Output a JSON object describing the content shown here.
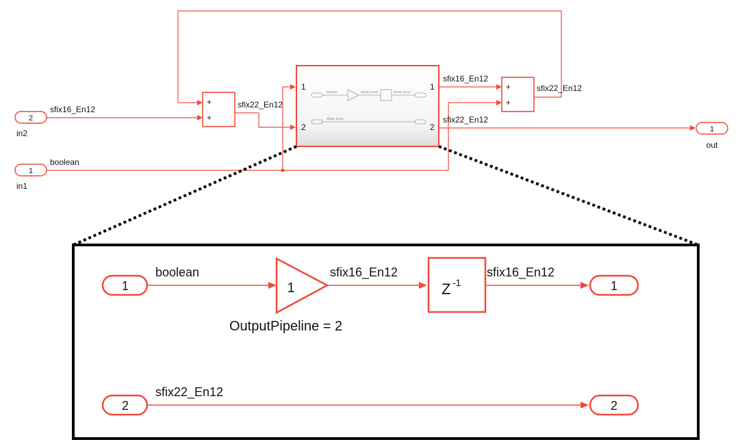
{
  "top": {
    "in2": {
      "number": "2",
      "name": "in2",
      "signal": "sfix16_En12"
    },
    "in1": {
      "number": "1",
      "name": "in1",
      "signal": "boolean"
    },
    "sum1": {
      "signs": [
        "+",
        "+"
      ],
      "out_signal": "sfix22_En12"
    },
    "subsystem": {
      "in_ports": [
        "1",
        "2"
      ],
      "out_ports": [
        "1",
        "2"
      ],
      "out_signals": [
        "sfix16_En12",
        "sfix22_En12"
      ],
      "preview": {
        "sig1": "boolean",
        "sig2": "sfix16_En12",
        "sig3": "sfix16_En12",
        "sig4": "sfix22_En12"
      }
    },
    "sum2": {
      "signs": [
        "+",
        "+"
      ],
      "out_signal": "sfix22_En12"
    },
    "out": {
      "number": "1",
      "name": "out"
    }
  },
  "zoom": {
    "in1": "1",
    "in1_signal": "boolean",
    "gain_value": "1",
    "gain_signal": "sfix16_En12",
    "gain_annotation": "OutputPipeline = 2",
    "delay_label": "Z",
    "delay_exponent": "-1",
    "delay_signal": "sfix16_En12",
    "out1": "1",
    "in2": "2",
    "in2_signal": "sfix22_En12",
    "out2": "2"
  },
  "colors": {
    "wire": "#f04a3c",
    "frame": "#000000"
  }
}
